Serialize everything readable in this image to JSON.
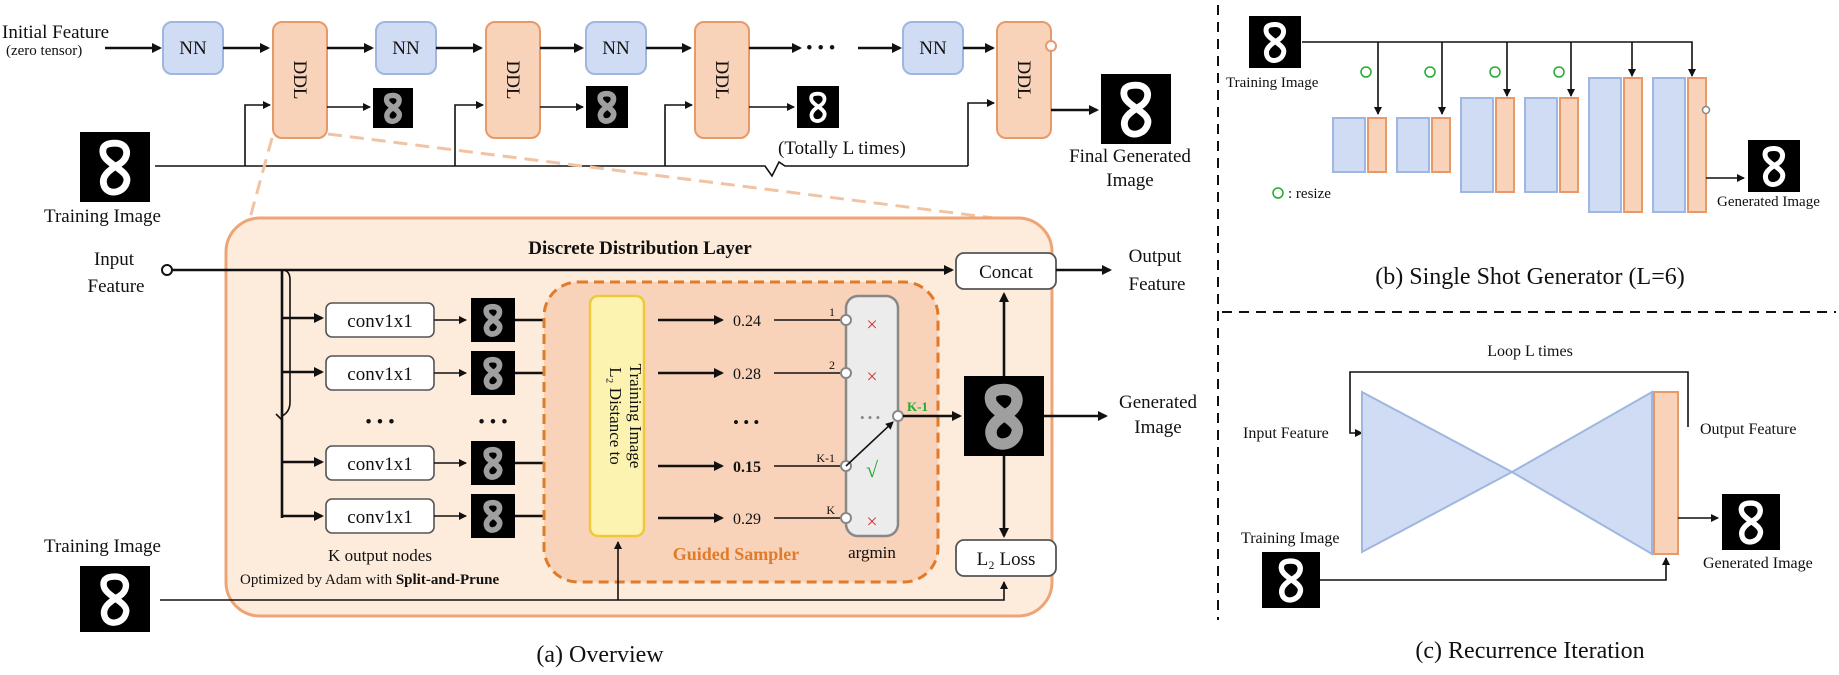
{
  "overview": {
    "initial_feature": "Initial Feature",
    "zero_tensor": "(zero tensor)",
    "nn": "NN",
    "ddl": "DDL",
    "ellipsis": "• • •",
    "totally": "(Totally L times)",
    "training_image": "Training Image",
    "final_generated_1": "Final Generated",
    "final_generated_2": "Image",
    "ddl_title": "Discrete Distribution Layer",
    "input_feature_1": "Input",
    "input_feature_2": "Feature",
    "conv": "conv1x1",
    "dots": "• • •",
    "l2_distance_1": "L₂ Distance to",
    "l2_distance_2": "Training Image",
    "scores": [
      "0.24",
      "0.28",
      "0.15",
      "0.29"
    ],
    "score_dots": "• • •",
    "node_labels": [
      "1",
      "2",
      "K-1",
      "K"
    ],
    "selected_label": "K-1",
    "cross": "×",
    "check": "√",
    "guided_sampler": "Guided Sampler",
    "argmin": "argmin",
    "concat": "Concat",
    "output_feature_1": "Output",
    "output_feature_2": "Feature",
    "generated_image_1": "Generated",
    "generated_image_2": "Image",
    "l2_loss": "L₂ Loss",
    "k_output_nodes": "K output nodes",
    "optimized_by": "Optimized by Adam with ",
    "split_prune": "Split-and-Prune",
    "caption": "(a) Overview"
  },
  "single_shot": {
    "training_image": "Training Image",
    "resize_legend": ": resize",
    "generated_image": "Generated Image",
    "caption": "(b) Single Shot Generator (L=6)"
  },
  "recurrence": {
    "loop": "Loop L times",
    "input_feature": "Input Feature",
    "output_feature": "Output Feature",
    "training_image": "Training Image",
    "generated_image": "Generated Image",
    "caption": "(c) Recurrence Iteration"
  },
  "colors": {
    "nn_fill": "#cfdcf3",
    "ddl_fill": "#f8d2b9",
    "sampler_orange": "#e07b2a",
    "check_green": "#22aa33",
    "cross_red": "#d03030",
    "l2_yellow": "#fdf3b0"
  }
}
